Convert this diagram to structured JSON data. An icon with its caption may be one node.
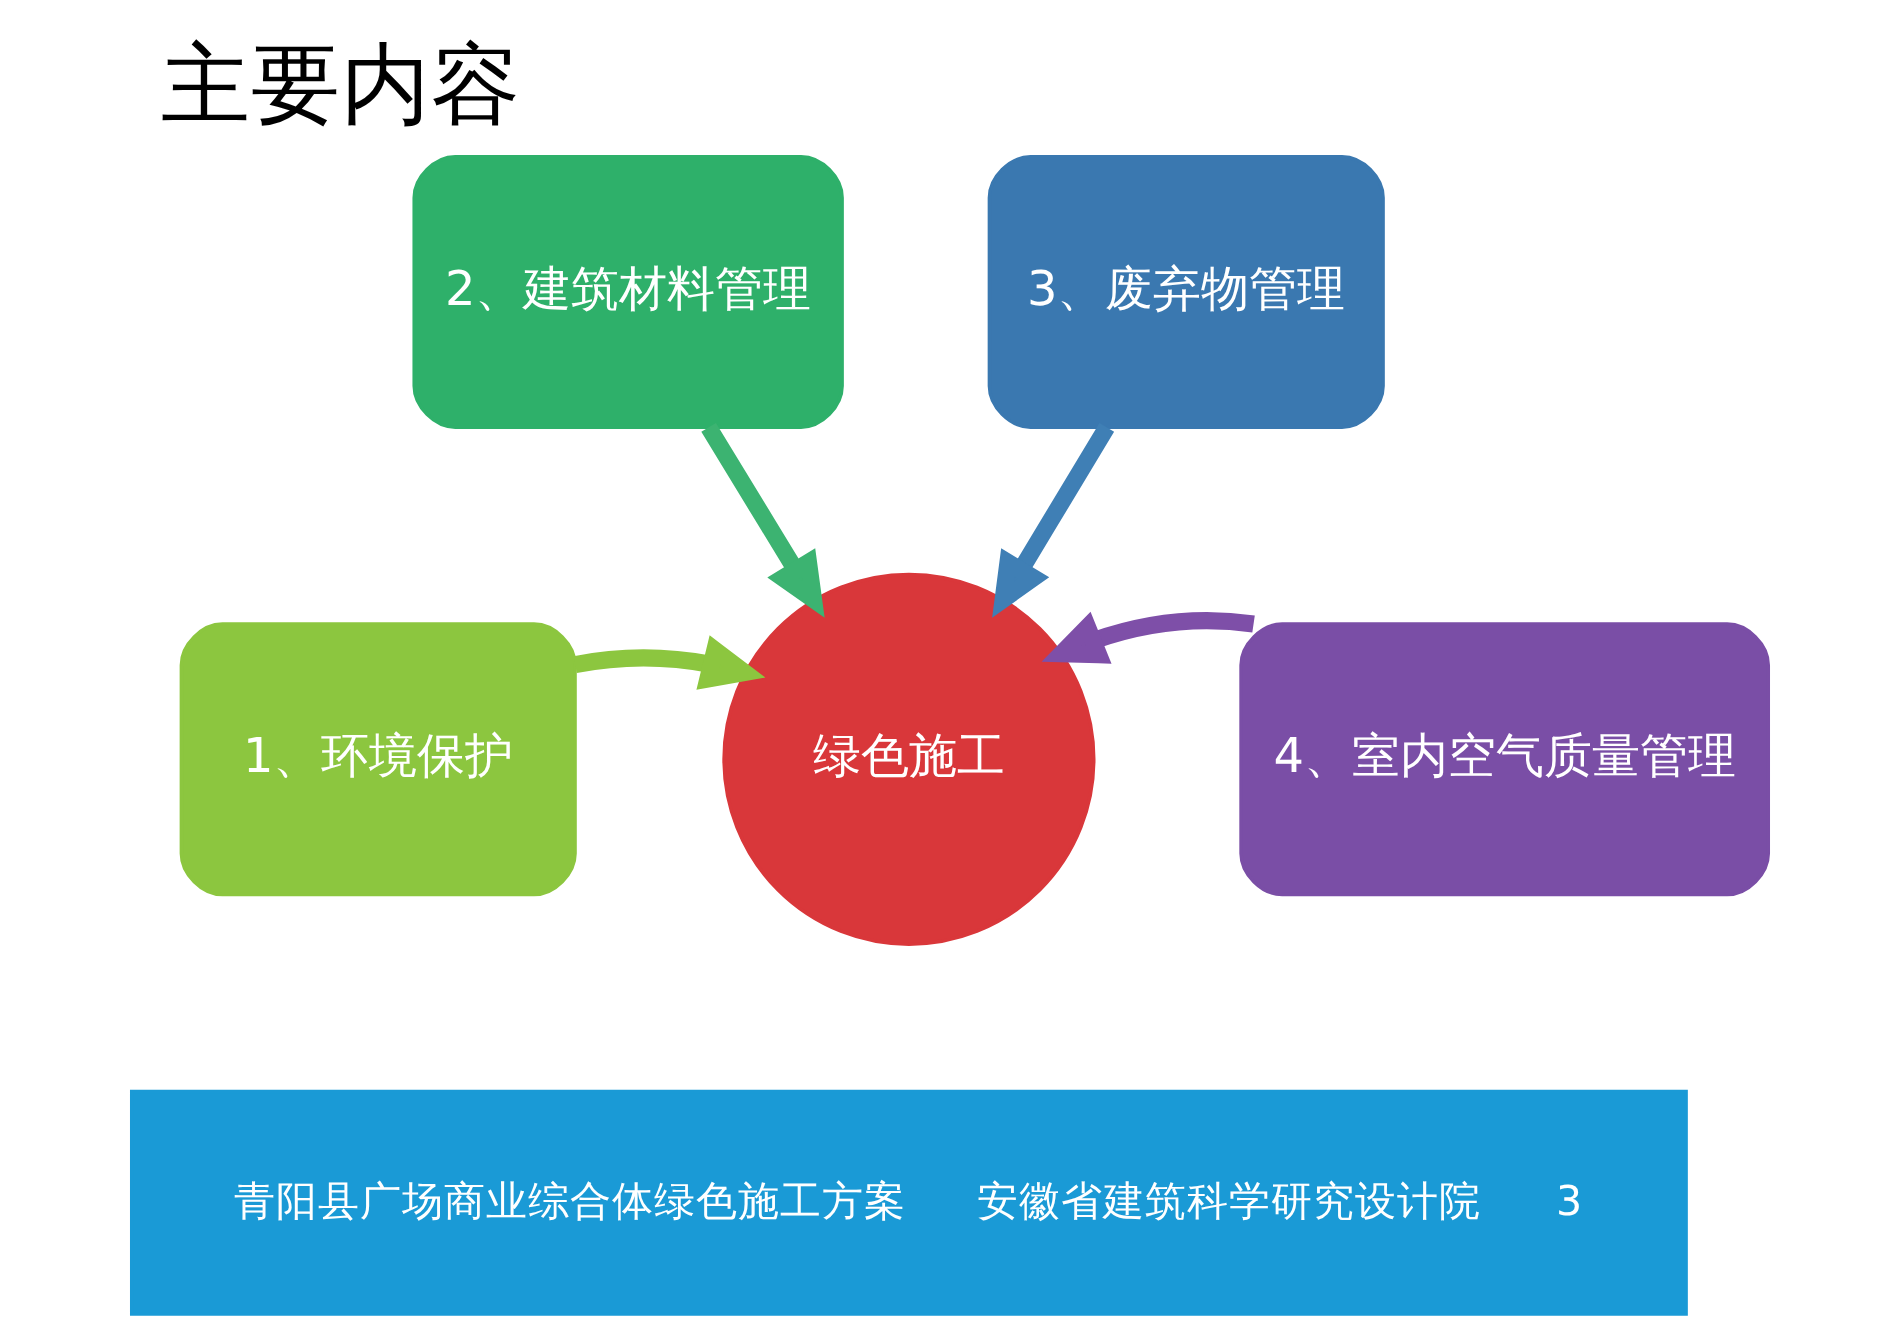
{
  "diagram": {
    "title": "主要内容",
    "nodes": [
      {
        "text": [
          "2、建筑材料管理"
        ]
      },
      {
        "text": [
          "3、废弃物管理"
        ]
      },
      {
        "text": [
          "1、环境保护"
        ]
      },
      {
        "text": [
          "4、室内空气质量管理"
        ]
      },
      {
        "text": [
          "绿色施工"
        ]
      }
    ],
    "edges": [
      {
        "from": 0,
        "to": 4,
        "arrow": "to",
        "color": "#3cb371"
      },
      {
        "from": 1,
        "to": 4,
        "arrow": "to",
        "color": "#3f7fb5"
      },
      {
        "from": 2,
        "to": 4,
        "arrow": "to",
        "color": "#8cc63f"
      },
      {
        "from": 3,
        "to": 4,
        "arrow": "to",
        "color": "#7e4fa8"
      }
    ],
    "labels": [
      "青阳县广场商业综合体绿色施工方案",
      "安徽省建筑科学研究设计院",
      "3"
    ]
  }
}
